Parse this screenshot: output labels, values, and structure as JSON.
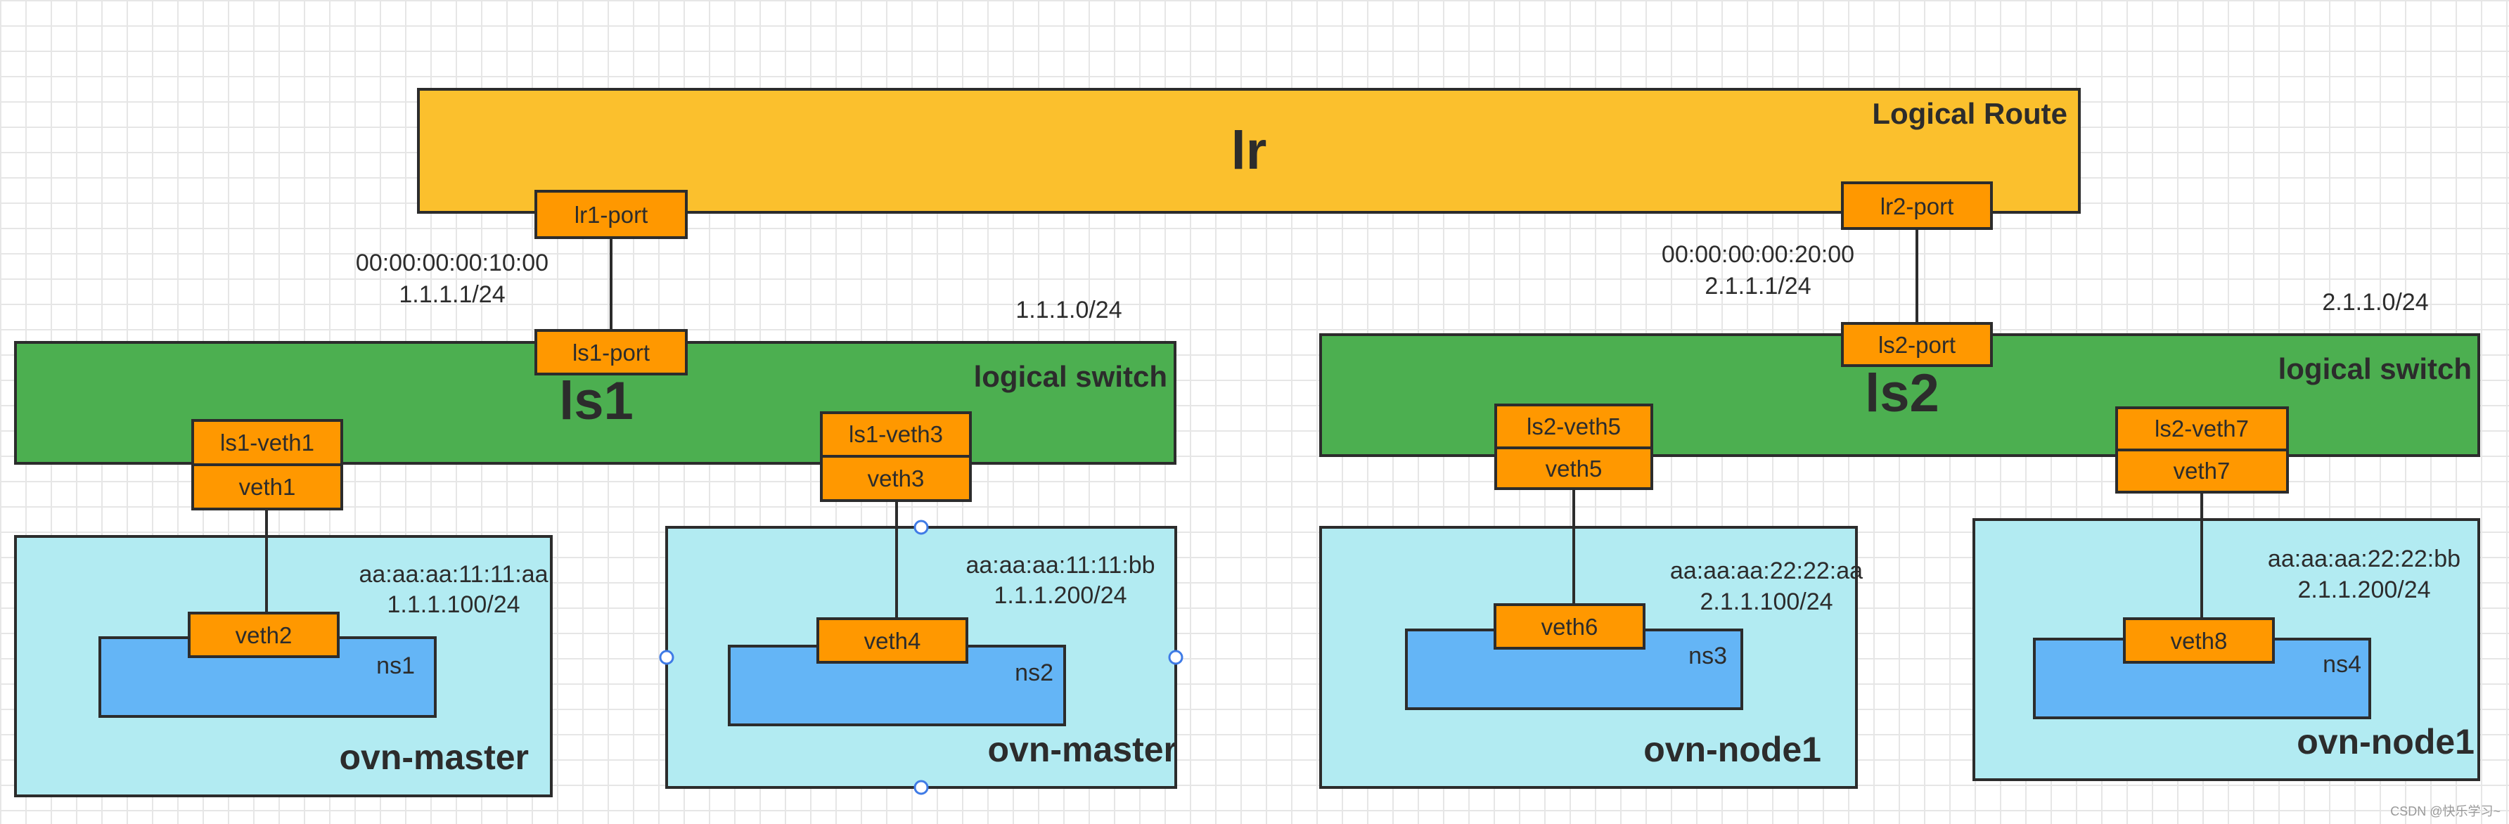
{
  "router": {
    "name": "lr",
    "caption": "Logical Route"
  },
  "router_ports": [
    {
      "name": "lr1-port",
      "mac": "00:00:00:00:10:00",
      "ip": "1.1.1.1/24"
    },
    {
      "name": "lr2-port",
      "mac": "00:00:00:00:20:00",
      "ip": "2.1.1.1/24"
    }
  ],
  "switches": [
    {
      "name": "ls1",
      "caption": "logical switch",
      "subnet": "1.1.1.0/24",
      "uplink_port": "ls1-port"
    },
    {
      "name": "ls2",
      "caption": "logical switch",
      "subnet": "2.1.1.0/24",
      "uplink_port": "ls2-port"
    }
  ],
  "hosts": [
    {
      "name": "ovn-master",
      "switch_port": "ls1-veth1",
      "host_veth": "veth1",
      "ns_veth": "veth2",
      "ns": "ns1",
      "mac": "aa:aa:aa:11:11:aa",
      "ip": "1.1.1.100/24"
    },
    {
      "name": "ovn-master",
      "switch_port": "ls1-veth3",
      "host_veth": "veth3",
      "ns_veth": "veth4",
      "ns": "ns2",
      "mac": "aa:aa:aa:11:11:bb",
      "ip": "1.1.1.200/24"
    },
    {
      "name": "ovn-node1",
      "switch_port": "ls2-veth5",
      "host_veth": "veth5",
      "ns_veth": "veth6",
      "ns": "ns3",
      "mac": "aa:aa:aa:22:22:aa",
      "ip": "2.1.1.100/24"
    },
    {
      "name": "ovn-node1",
      "switch_port": "ls2-veth7",
      "host_veth": "veth7",
      "ns_veth": "veth8",
      "ns": "ns4",
      "mac": "aa:aa:aa:22:22:bb",
      "ip": "2.1.1.200/24"
    }
  ],
  "watermark": "CSDN @快乐学习~",
  "colors": {
    "router_fill": "#FBC02D",
    "switch_fill": "#4CAF50",
    "port_fill": "#FF9800",
    "host_fill": "#B2EBF2",
    "ns_fill": "#64B5F6",
    "line": "#2c2c2c"
  }
}
